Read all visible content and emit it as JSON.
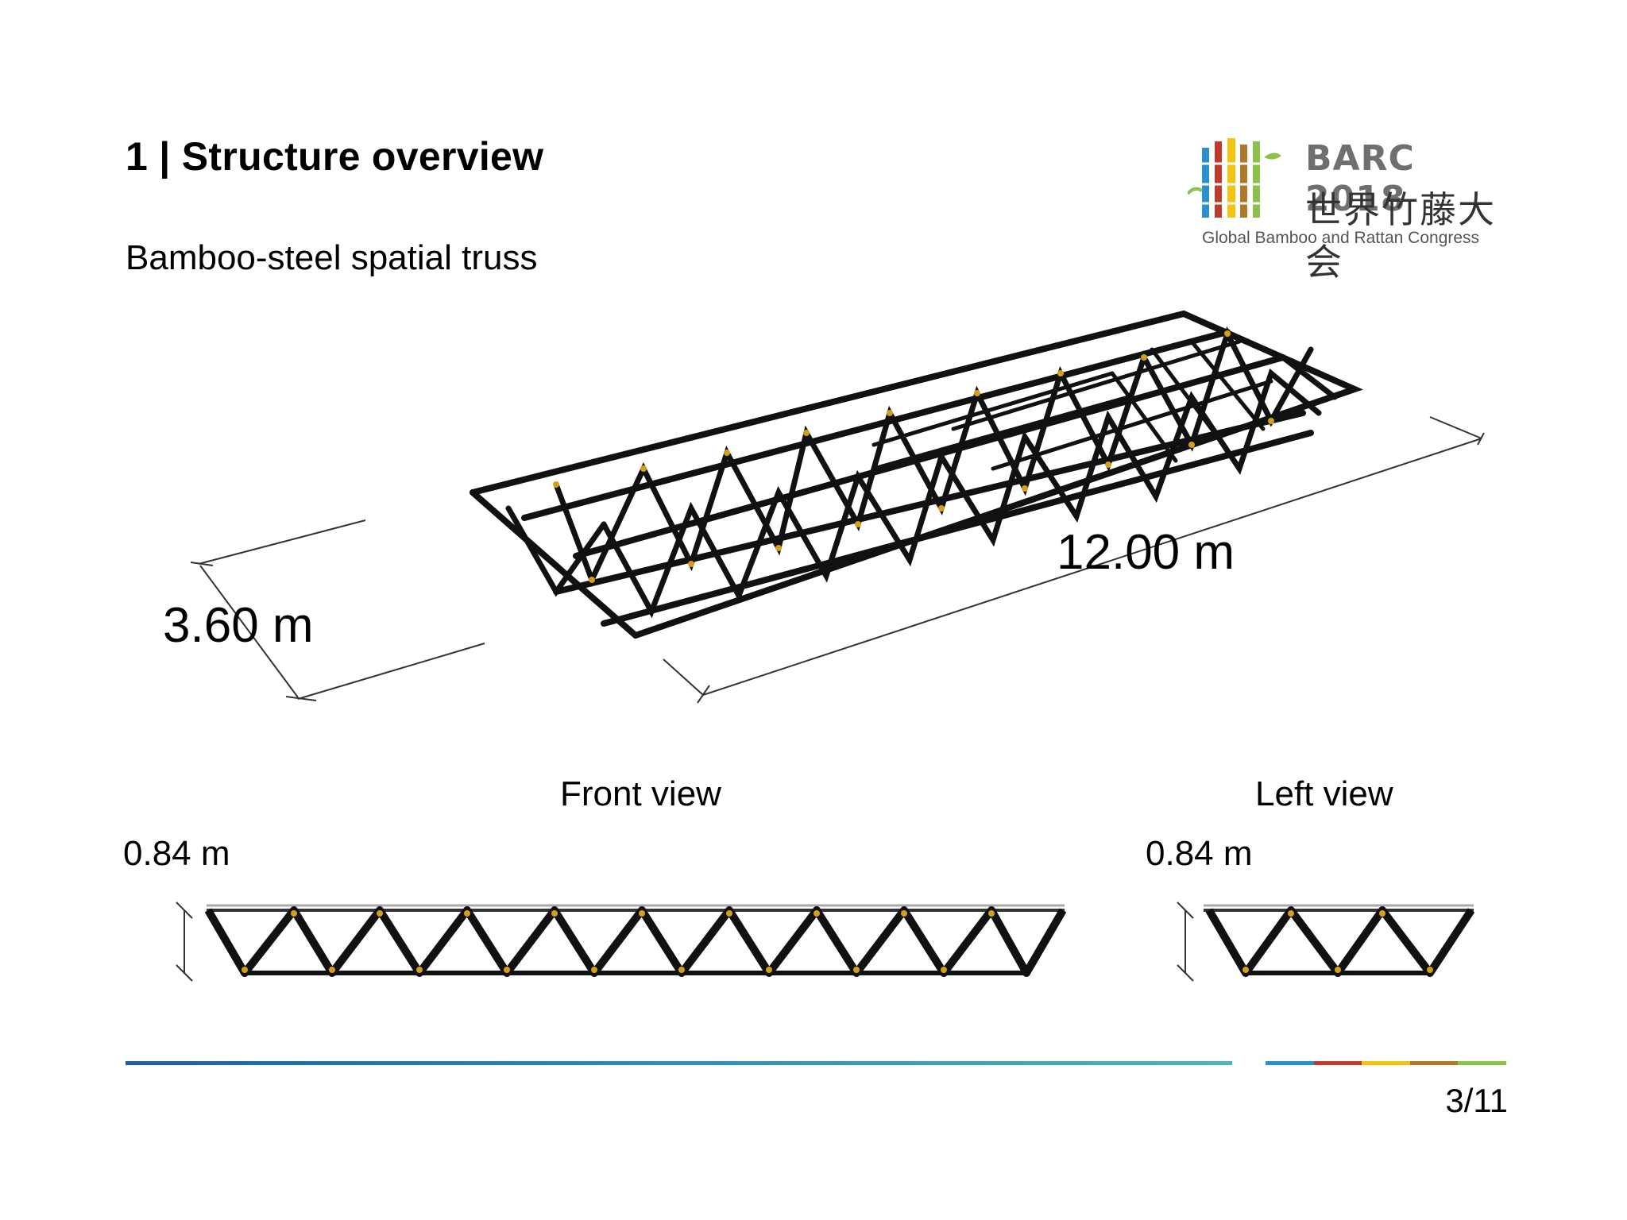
{
  "slide": {
    "title": "1 | Structure overview",
    "subtitle": "Bamboo-steel spatial truss",
    "page_number": "3/11"
  },
  "logo": {
    "name": "BARC 2018",
    "chinese": "世界竹藤大会",
    "tagline": "Global Bamboo and Rattan Congress",
    "icon": "bamboo-stalks-logo-icon",
    "colors": [
      "#2b8fcf",
      "#c0392b",
      "#f1c40f",
      "#b0782a",
      "#8bc34a"
    ]
  },
  "isometric_view": {
    "length_label": "12.00 m",
    "width_label": "3.60 m"
  },
  "front_view": {
    "title": "Front view",
    "height_label": "0.84 m"
  },
  "left_view": {
    "title": "Left view",
    "height_label": "0.84 m"
  },
  "colors": {
    "truss_member": "#111111",
    "joint": "#d4a017",
    "dimension_line": "#333333",
    "footer_rule_segments": [
      "#2b8fcf",
      "#c0392b",
      "#f1c40f",
      "#b0782a",
      "#8bc34a"
    ]
  }
}
